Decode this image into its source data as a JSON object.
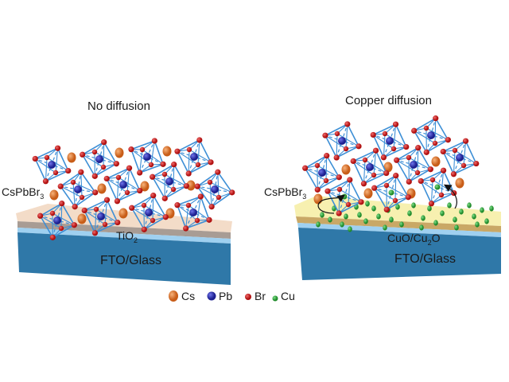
{
  "left_panel": {
    "title": "No diffusion",
    "crystal_label": "CsPbBr",
    "crystal_label_sub": "3",
    "layer_top": "TiO",
    "layer_top_sub": "2",
    "substrate": "FTO/Glass"
  },
  "right_panel": {
    "title": "Copper diffusion",
    "crystal_label": "CsPbBr",
    "crystal_label_sub": "3",
    "layer_top_a": "CuO/Cu",
    "layer_top_sub": "2",
    "layer_top_b": "O",
    "substrate": "FTO/Glass"
  },
  "legend": [
    {
      "label": "Cs",
      "color": "#e07a2e"
    },
    {
      "label": "Pb",
      "color": "#2b2fa8"
    },
    {
      "label": "Br",
      "color": "#d42020"
    },
    {
      "label": "Cu",
      "color": "#2fae3a"
    }
  ],
  "colors": {
    "bond": "#3d8fd6",
    "tio2": "#f3dcc8",
    "cuo": "#f7f0b0",
    "glass_front": "#2f78a8",
    "glass_light": "#9fd0f0"
  }
}
